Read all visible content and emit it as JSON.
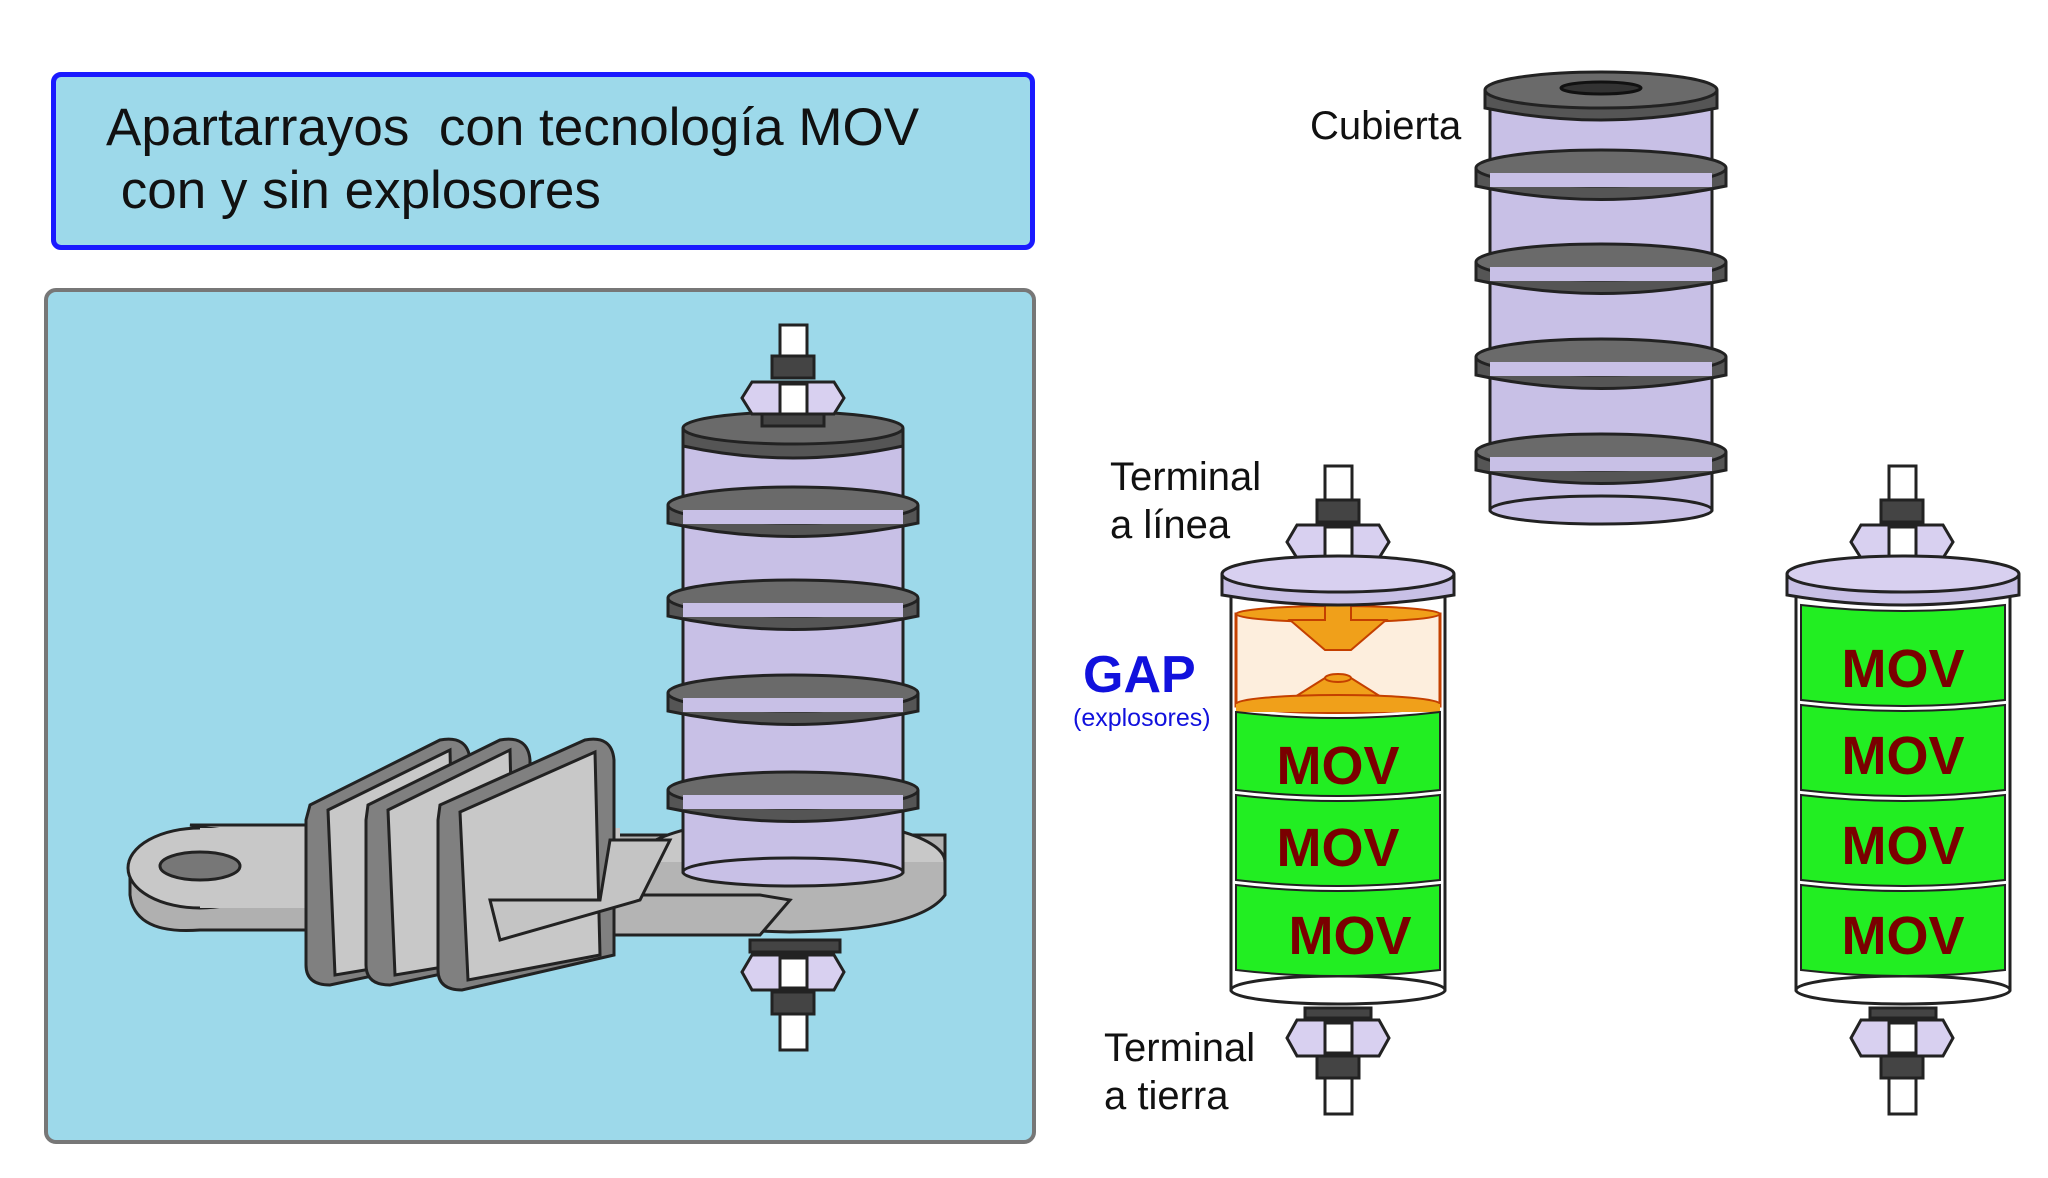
{
  "title": {
    "line1": "Apartarrayos  con tecnología MOV",
    "line2": " con y sin explosores"
  },
  "labels": {
    "cover": "Cubierta",
    "line_terminal_1": "Terminal",
    "line_terminal_2": "a línea",
    "ground_terminal_1": "Terminal",
    "ground_terminal_2": "a tierra",
    "gap": "GAP",
    "gap_sub": "(explosores)"
  },
  "mov_label": "MOV",
  "colors": {
    "title_bg": "#9dd9ea",
    "title_border": "#1a1aff",
    "panel_bg": "#9dd9ea",
    "insulator": "#c8c0e6",
    "shed": "#555555",
    "mov_block": "#22ee22",
    "mov_text": "#7a0000",
    "gap_electrode": "#f0a01a",
    "gap_text": "#1111dd",
    "bracket": "#c8c8c8"
  }
}
